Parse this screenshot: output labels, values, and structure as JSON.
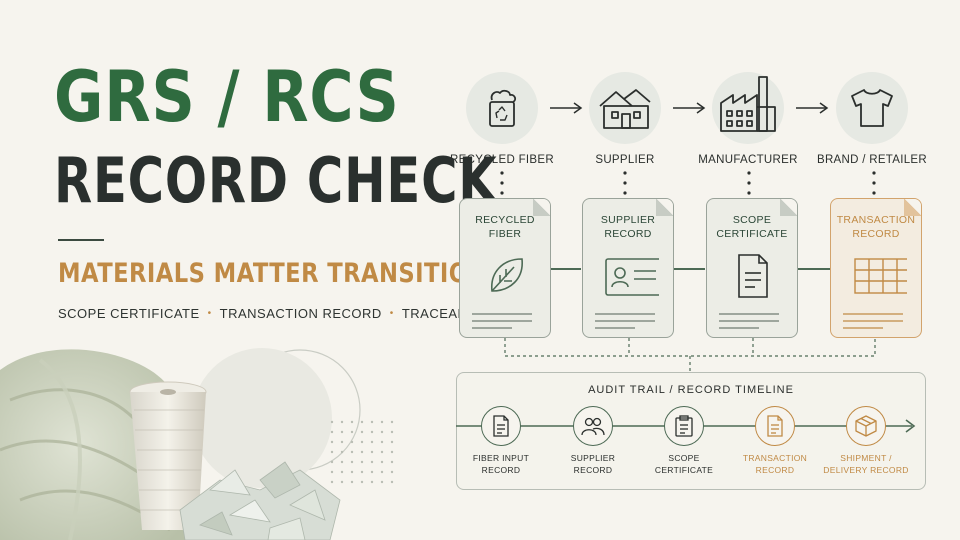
{
  "title": {
    "line1": "GRS / RCS",
    "line2": "RECORD CHECK",
    "subtitle": "MATERIALS MATTER TRANSITION",
    "tagline": [
      "SCOPE CERTIFICATE",
      "TRANSACTION RECORD",
      "TRACEABILITY"
    ]
  },
  "flow": {
    "entities": [
      {
        "label": "RECYCLED FIBER",
        "icon": "recycle-bin-icon"
      },
      {
        "label": "SUPPLIER",
        "icon": "house-icon"
      },
      {
        "label": "MANUFACTURER",
        "icon": "factory-icon"
      },
      {
        "label": "BRAND / RETAILER",
        "icon": "tshirt-icon"
      }
    ],
    "documents": [
      {
        "title": "RECYCLED\nFIBER",
        "icon": "leaf-icon"
      },
      {
        "title": "SUPPLIER\nRECORD",
        "icon": "id-card-icon"
      },
      {
        "title": "SCOPE\nCERTIFICATE",
        "icon": "document-icon"
      },
      {
        "title": "TRANSACTION\nRECORD",
        "icon": "table-grid-icon"
      }
    ]
  },
  "timeline": {
    "title": "AUDIT TRAIL / RECORD TIMELINE",
    "nodes": [
      {
        "label": "FIBER INPUT\nRECORD",
        "icon": "document-icon"
      },
      {
        "label": "SUPPLIER\nRECORD",
        "icon": "people-icon"
      },
      {
        "label": "SCOPE\nCERTIFICATE",
        "icon": "clipboard-icon"
      },
      {
        "label": "TRANSACTION\nRECORD",
        "icon": "document-icon"
      },
      {
        "label": "SHIPMENT /\nDELIVERY RECORD",
        "icon": "box-icon"
      }
    ]
  },
  "colors": {
    "green": "#2f6b3f",
    "dark": "#2a302e",
    "amber": "#c08a45",
    "background": "#f6f4ee"
  }
}
